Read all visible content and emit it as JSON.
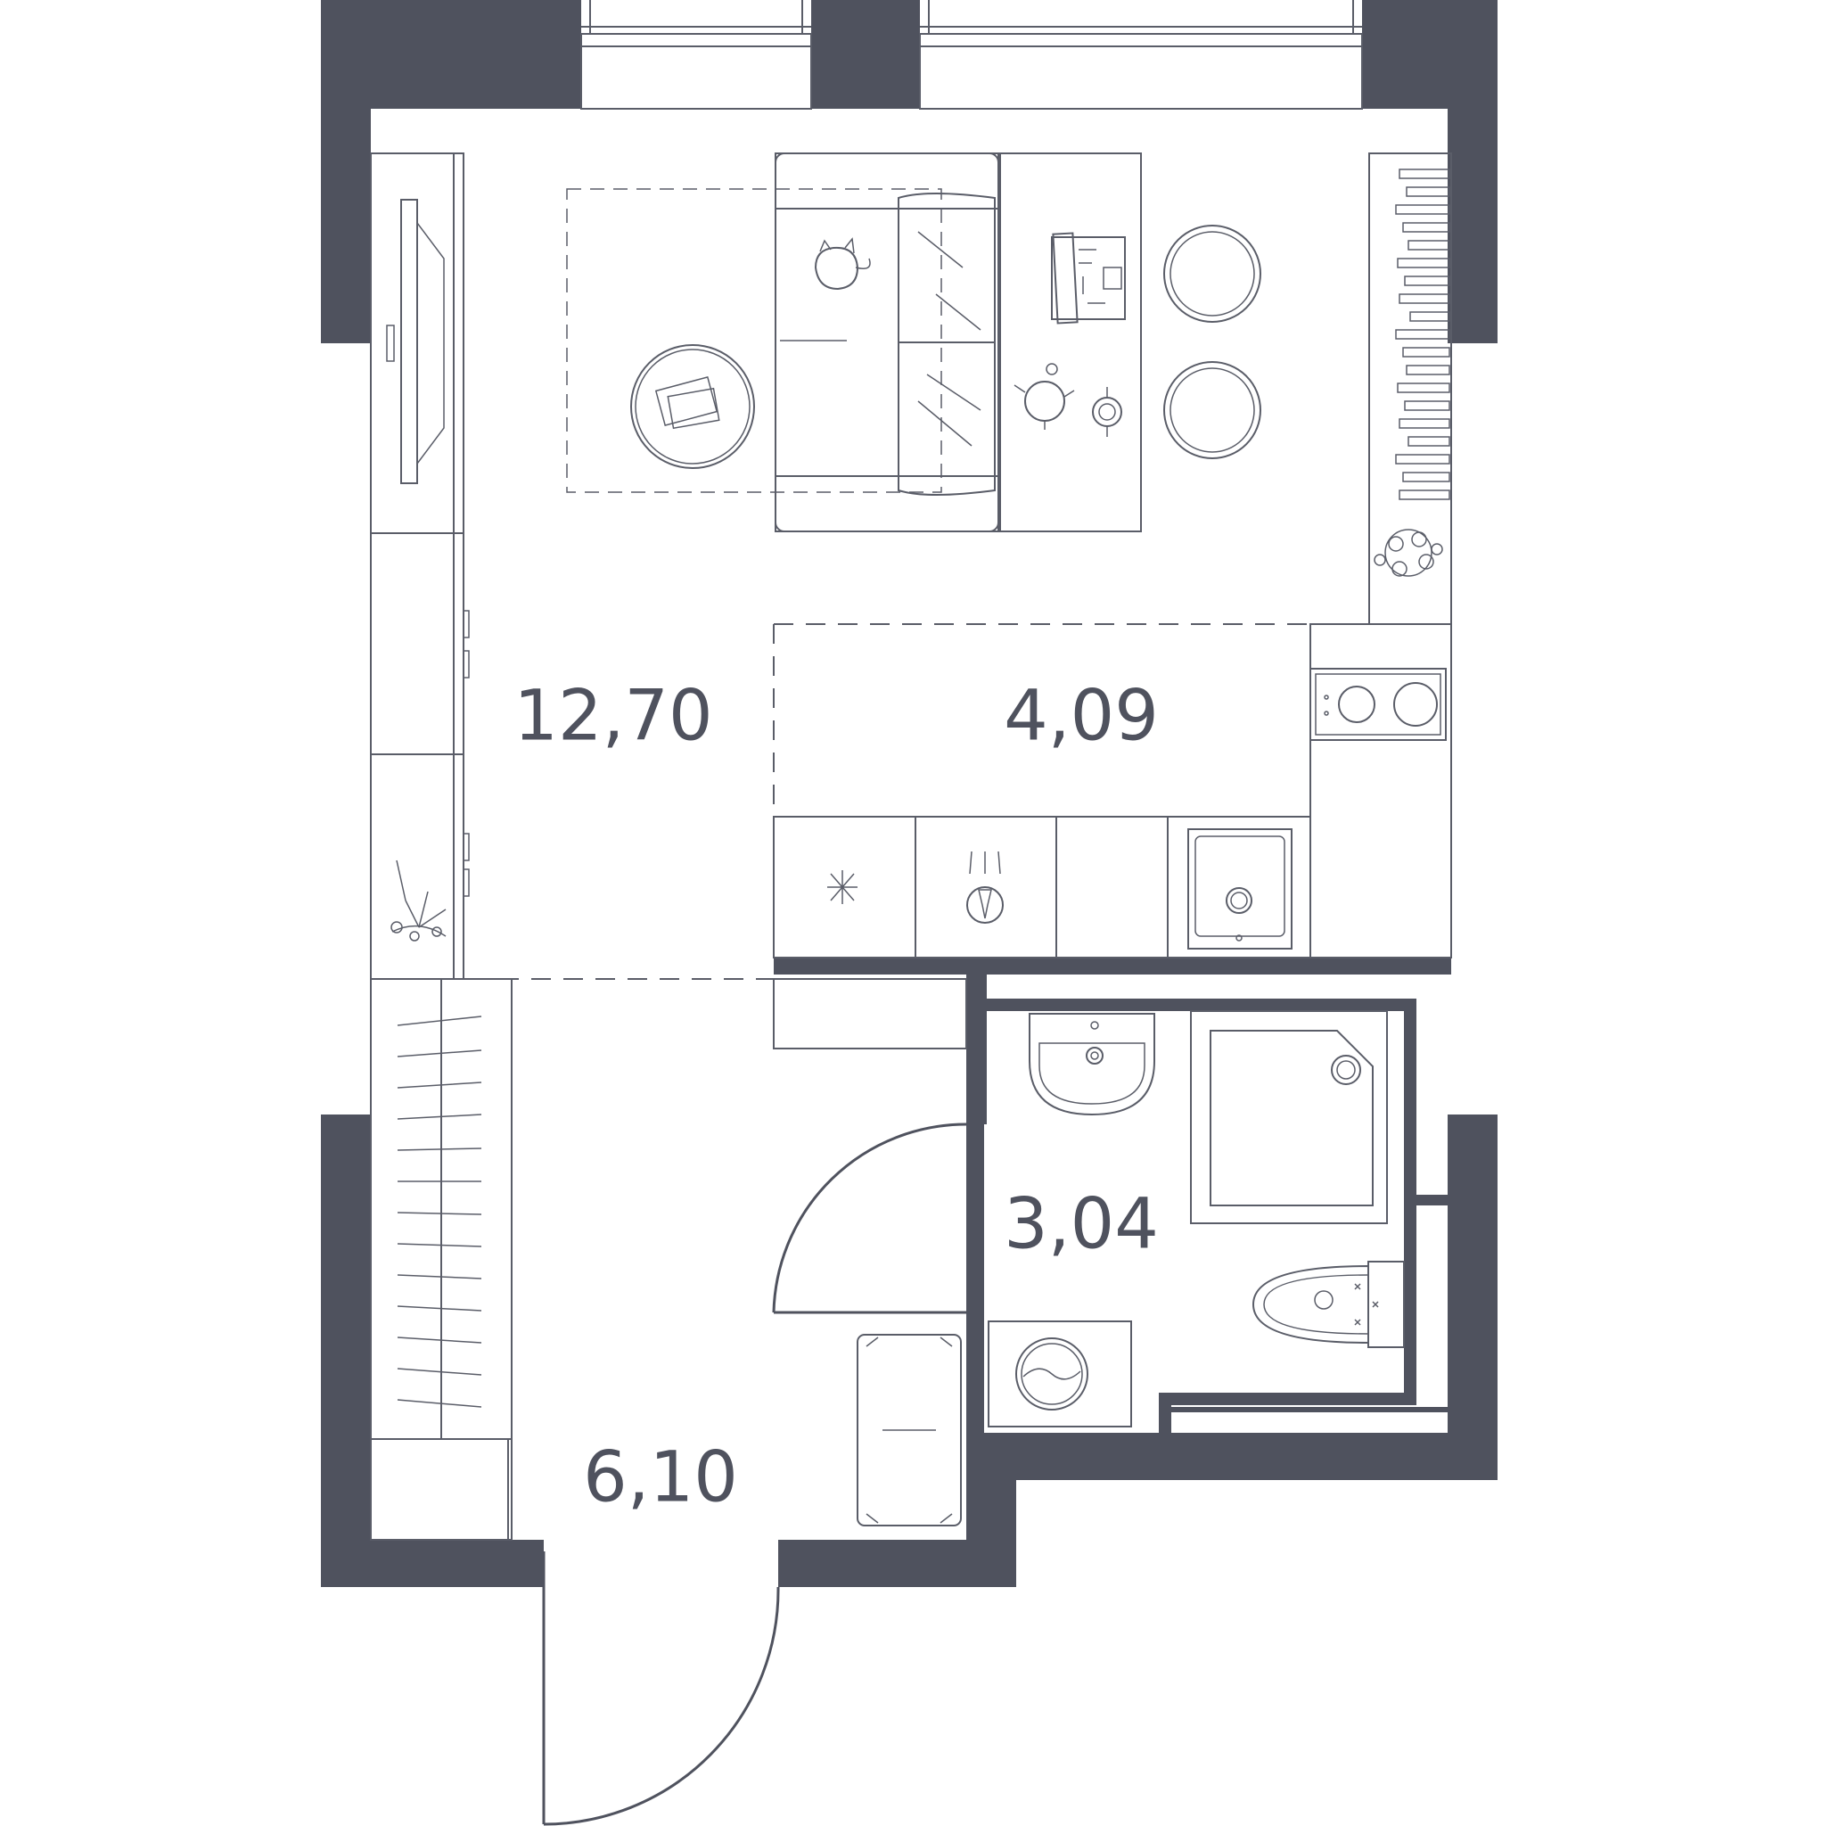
{
  "colors": {
    "wall": "#4f525e",
    "line": "#5a5d68",
    "label": "#4f525e",
    "background": "#ffffff"
  },
  "rooms": [
    {
      "id": "living-room",
      "area": "12,70"
    },
    {
      "id": "kitchen",
      "area": "4,09"
    },
    {
      "id": "bathroom",
      "area": "3,04"
    },
    {
      "id": "hallway",
      "area": "6,10"
    }
  ],
  "icons": [
    "sofa-icon",
    "cat-icon",
    "coffee-table-icon",
    "laptop-icon",
    "teapot-icon",
    "cup-icon",
    "stool-icon",
    "tv-icon",
    "bookshelf-icon",
    "plant-icon",
    "hob-icon",
    "fridge-icon",
    "sink-icon",
    "washbasin-icon",
    "shower-icon",
    "toilet-icon",
    "washing-machine-icon",
    "wardrobe-icon",
    "bench-icon",
    "entrance-door-icon",
    "bathroom-door-icon"
  ]
}
